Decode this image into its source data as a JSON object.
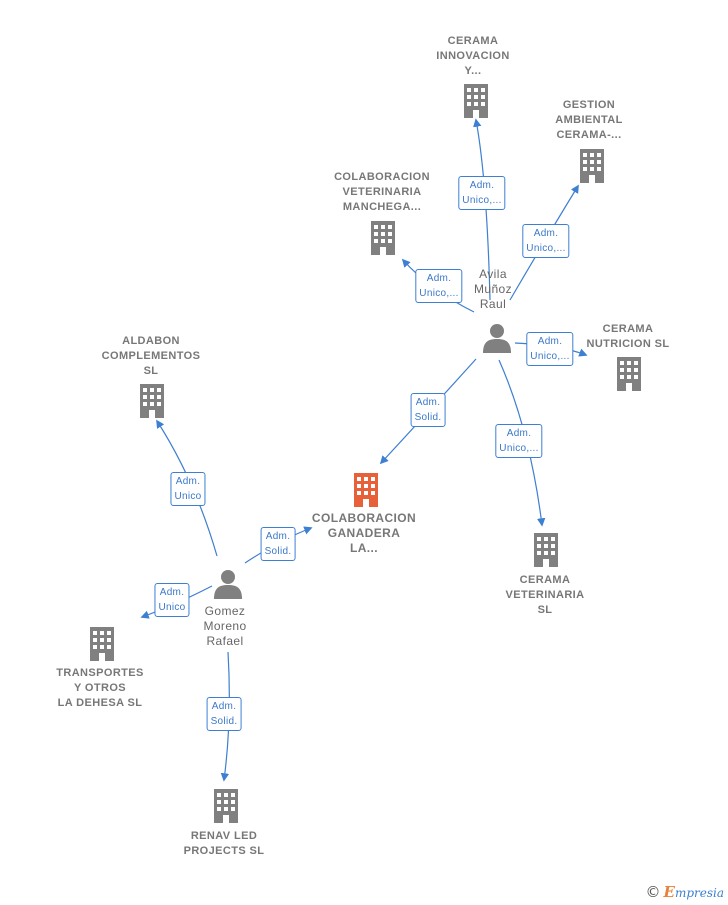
{
  "colors": {
    "edge": "#3d7fd1",
    "building": "#808080",
    "building_main": "#e8603a",
    "person": "#808080"
  },
  "nodes": {
    "cerama_innovacion": {
      "label": "CERAMA\nINNOVACION\nY...",
      "kind": "company"
    },
    "gestion_ambiental": {
      "label": "GESTION\nAMBIENTAL\nCERAMA-...",
      "kind": "company"
    },
    "colaboracion_veterinaria": {
      "label": "COLABORACION\nVETERINARIA\nMANCHEGA...",
      "kind": "company"
    },
    "cerama_nutricion": {
      "label": "CERAMA\nNUTRICION SL",
      "kind": "company"
    },
    "aldabon": {
      "label": "ALDABON\nCOMPLEMENTOS\nSL",
      "kind": "company"
    },
    "colaboracion_ganadera": {
      "label": "COLABORACION\nGANADERA\nLA...",
      "kind": "company_main"
    },
    "cerama_veterinaria": {
      "label": "CERAMA\nVETERINARIA\nSL",
      "kind": "company"
    },
    "transportes": {
      "label": "TRANSPORTES\nY OTROS\nLA DEHESA  SL",
      "kind": "company"
    },
    "renav": {
      "label": "RENAV LED\nPROJECTS SL",
      "kind": "company"
    },
    "avila": {
      "label": "Avila\nMuñoz\nRaul",
      "kind": "person"
    },
    "gomez": {
      "label": "Gomez\nMoreno\nRafael",
      "kind": "person"
    }
  },
  "edges": [
    {
      "id": "e1",
      "label": "Adm.\nUnico,..."
    },
    {
      "id": "e2",
      "label": "Adm.\nUnico,..."
    },
    {
      "id": "e3",
      "label": "Adm.\nUnico,..."
    },
    {
      "id": "e4",
      "label": "Adm.\nUnico,..."
    },
    {
      "id": "e5",
      "label": "Adm.\nSolid."
    },
    {
      "id": "e6",
      "label": "Adm.\nUnico,..."
    },
    {
      "id": "e7",
      "label": "Adm.\nUnico"
    },
    {
      "id": "e8",
      "label": "Adm.\nSolid."
    },
    {
      "id": "e9",
      "label": "Adm.\nUnico"
    },
    {
      "id": "e10",
      "label": "Adm.\nSolid."
    }
  ],
  "brand": {
    "copyright": "©",
    "initial": "E",
    "name": "mpresia"
  }
}
